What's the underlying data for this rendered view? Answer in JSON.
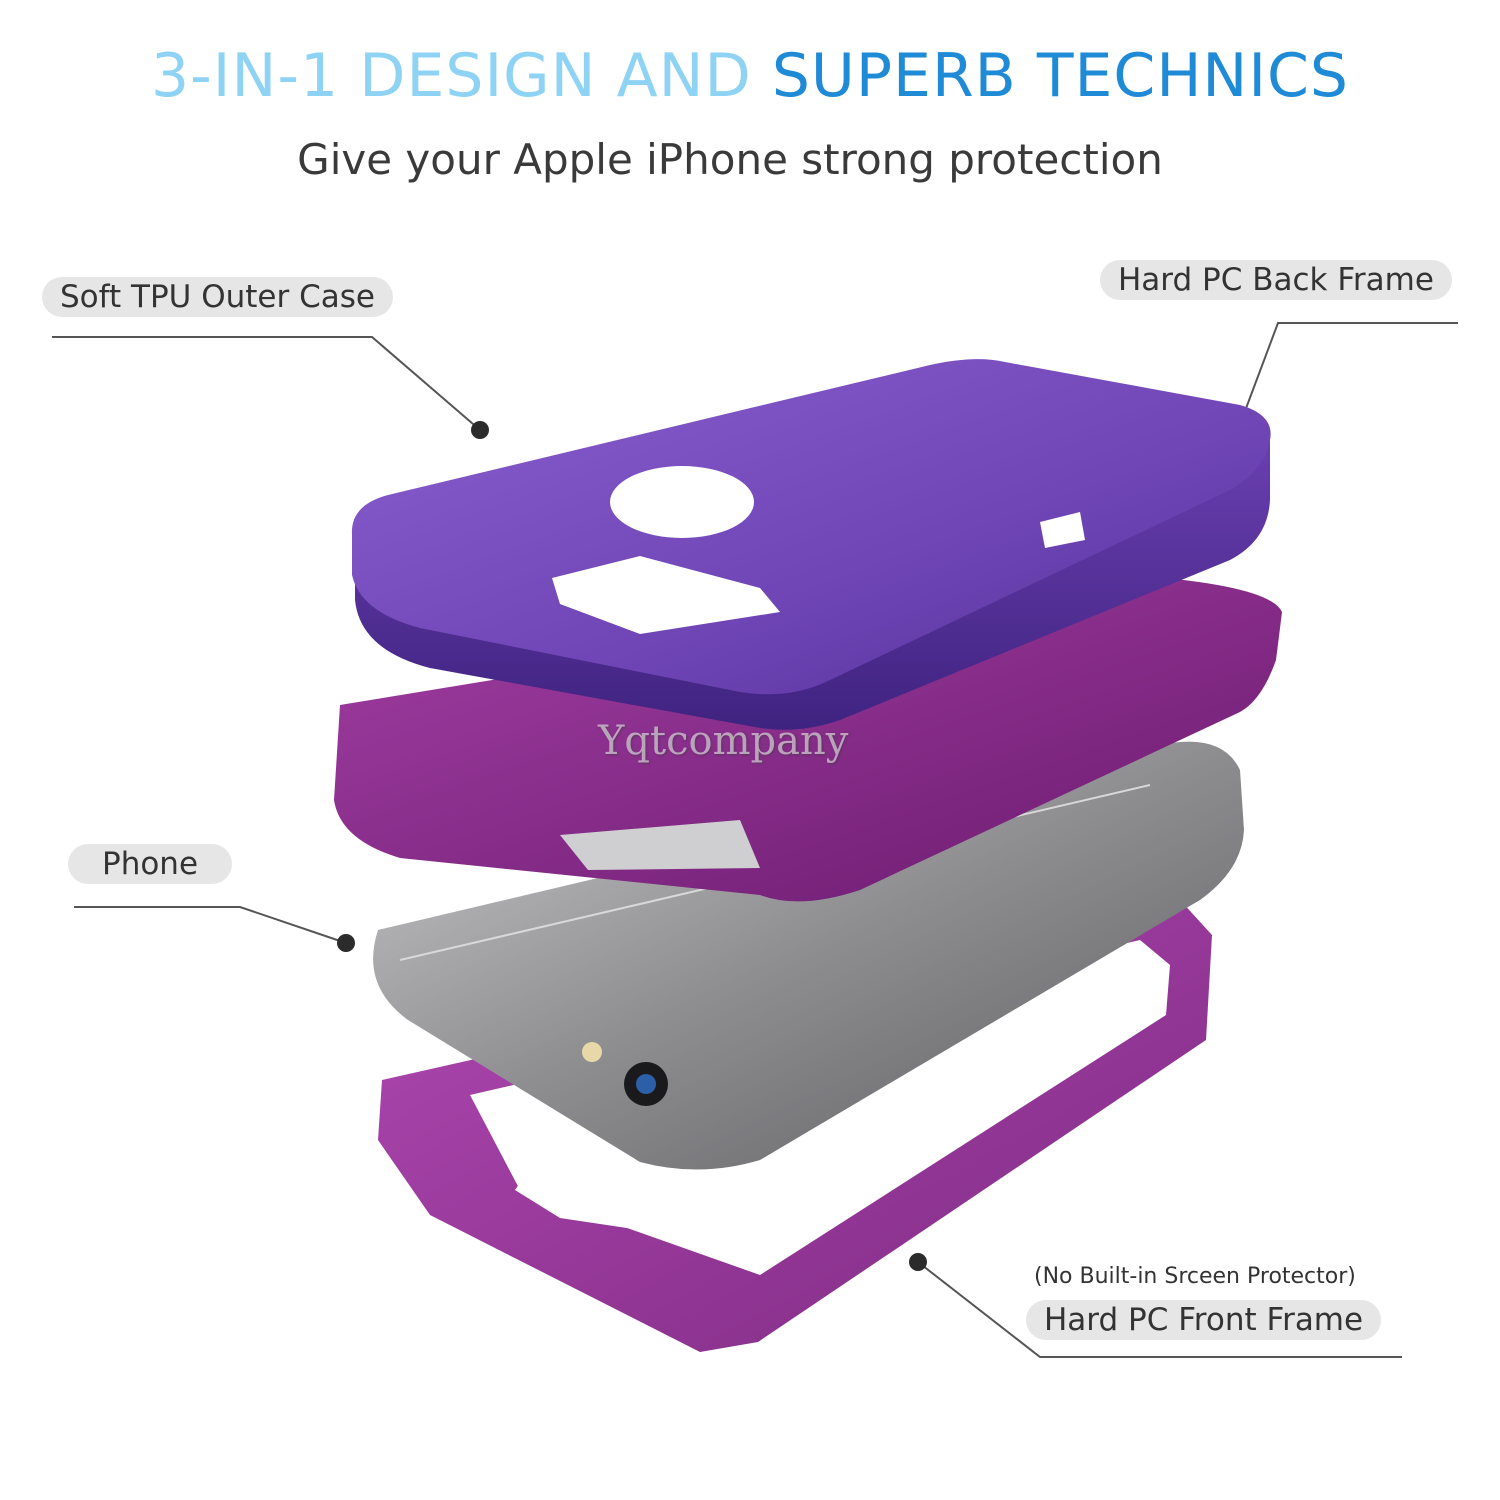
{
  "header": {
    "title_part1": "3-IN-1 DESIGN AND",
    "title_part2": "SUPERB TECHNICS",
    "subtitle": "Give your Apple iPhone strong protection"
  },
  "labels": {
    "outer_case": "Soft TPU Outer Case",
    "back_frame": "Hard PC Back Frame",
    "phone": "Phone",
    "front_frame_note": "(No Built-in Srceen Protector)",
    "front_frame": "Hard PC Front Frame"
  },
  "watermark": "Yqtcompany",
  "colors": {
    "title_light": "#8fd3f4",
    "title_strong": "#1f8ad6",
    "outer_case": "#7f4fc0",
    "frame": "#8e2a8e",
    "phone": "#9a9a9c",
    "pill_bg": "#e6e6e6"
  }
}
